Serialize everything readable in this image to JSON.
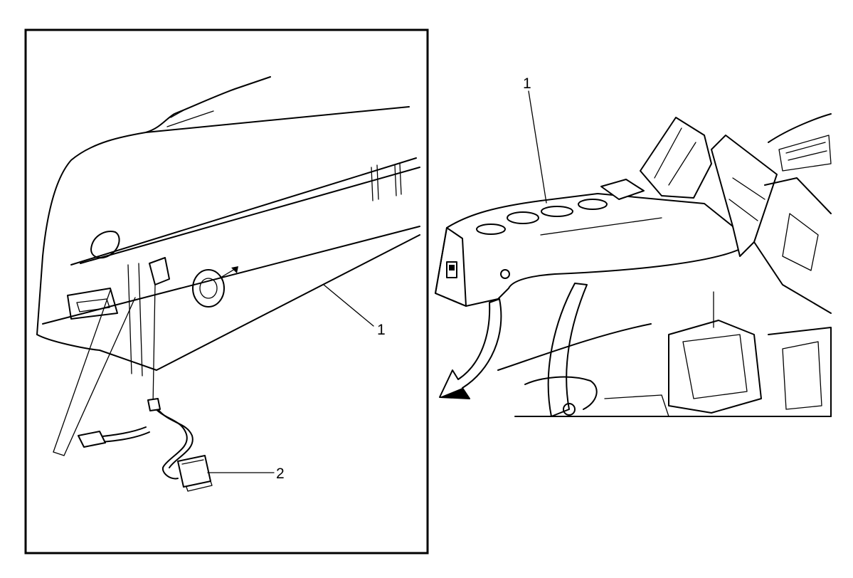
{
  "left_view": {
    "callout_1": "1",
    "callout_2": "2"
  },
  "right_view": {
    "callout_1": "1"
  }
}
